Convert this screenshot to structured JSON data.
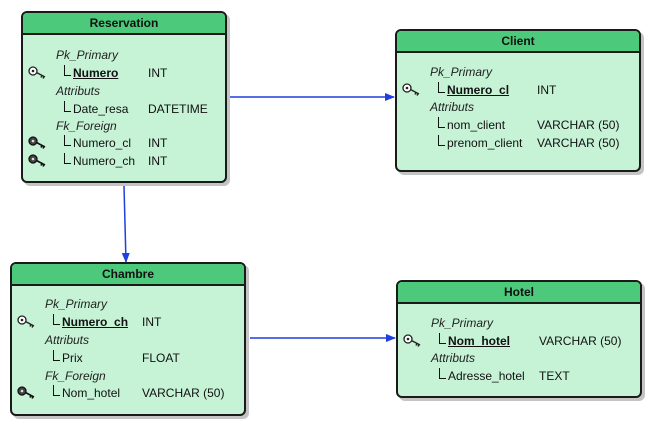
{
  "entities": {
    "reservation": {
      "title": "Reservation",
      "pk_section": "Pk_Primary",
      "pk": [
        {
          "name": "Numero",
          "type": "INT"
        }
      ],
      "attr_section": "Attributs",
      "attributes": [
        {
          "name": "Date_resa",
          "type": "DATETIME"
        }
      ],
      "fk_section": "Fk_Foreign",
      "fk": [
        {
          "name": "Numero_cl",
          "type": "INT"
        },
        {
          "name": "Numero_ch",
          "type": "INT"
        }
      ]
    },
    "client": {
      "title": "Client",
      "pk_section": "Pk_Primary",
      "pk": [
        {
          "name": "Numero_cl",
          "type": "INT"
        }
      ],
      "attr_section": "Attributs",
      "attributes": [
        {
          "name": "nom_client",
          "type": "VARCHAR (50)"
        },
        {
          "name": "prenom_client",
          "type": "VARCHAR (50)"
        }
      ]
    },
    "chambre": {
      "title": "Chambre",
      "pk_section": "Pk_Primary",
      "pk": [
        {
          "name": "Numero_ch",
          "type": "INT"
        }
      ],
      "attr_section": "Attributs",
      "attributes": [
        {
          "name": "Prix",
          "type": "FLOAT"
        }
      ],
      "fk_section": "Fk_Foreign",
      "fk": [
        {
          "name": "Nom_hotel",
          "type": "VARCHAR (50)"
        }
      ]
    },
    "hotel": {
      "title": "Hotel",
      "pk_section": "Pk_Primary",
      "pk": [
        {
          "name": "Nom_hotel",
          "type": "VARCHAR (50)"
        }
      ],
      "attr_section": "Attributs",
      "attributes": [
        {
          "name": "Adresse_hotel",
          "type": "TEXT"
        }
      ]
    }
  },
  "colors": {
    "entity_fill": "#c6f2d6",
    "header_fill": "#4cc97a",
    "relation_line": "#1f3fe0"
  },
  "icons": {
    "primary_key": "key-outline-icon",
    "foreign_key": "key-dark-icon"
  }
}
